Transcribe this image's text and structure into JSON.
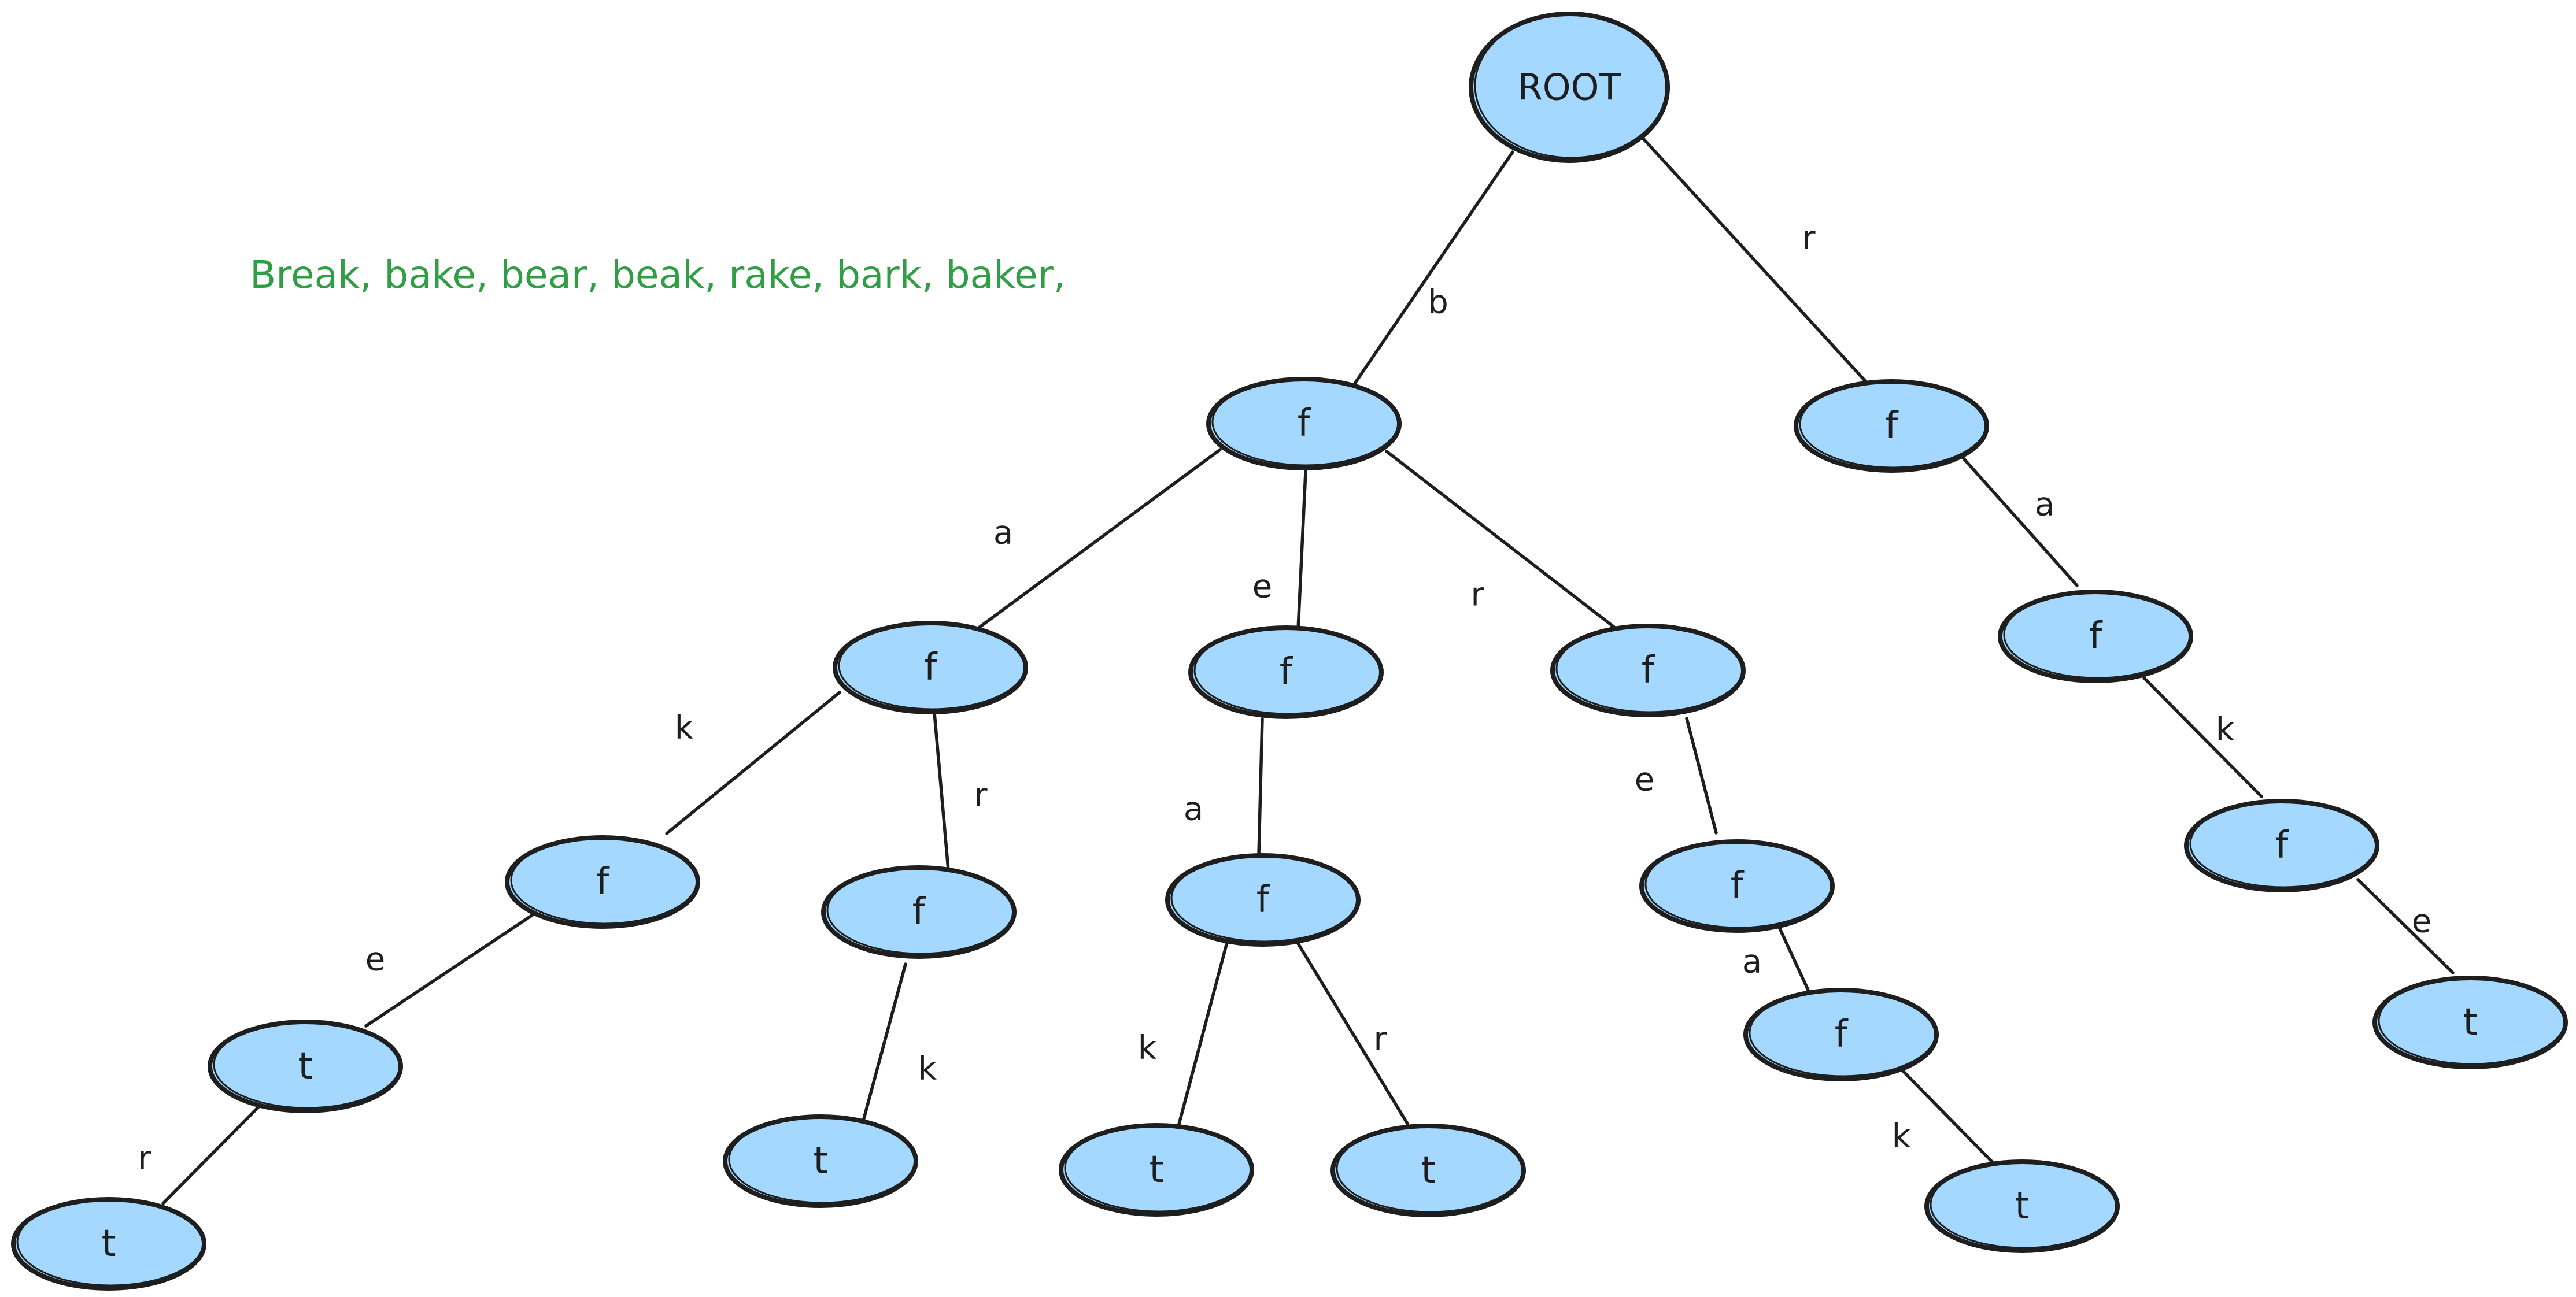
{
  "word_list": "Break, bake, bear, beak, rake, bark, baker,",
  "tree": {
    "nodes": [
      {
        "id": "root",
        "label": "ROOT"
      },
      {
        "id": "b",
        "label": "f"
      },
      {
        "id": "r",
        "label": "f"
      },
      {
        "id": "ba",
        "label": "f"
      },
      {
        "id": "be",
        "label": "f"
      },
      {
        "id": "br",
        "label": "f"
      },
      {
        "id": "ra",
        "label": "f"
      },
      {
        "id": "bak",
        "label": "f"
      },
      {
        "id": "bar",
        "label": "f"
      },
      {
        "id": "bea",
        "label": "f"
      },
      {
        "id": "bre",
        "label": "f"
      },
      {
        "id": "rak",
        "label": "f"
      },
      {
        "id": "bake",
        "label": "t"
      },
      {
        "id": "bark",
        "label": "t"
      },
      {
        "id": "beak",
        "label": "t"
      },
      {
        "id": "bear",
        "label": "t"
      },
      {
        "id": "brea",
        "label": "f"
      },
      {
        "id": "rake",
        "label": "t"
      },
      {
        "id": "baker",
        "label": "t"
      },
      {
        "id": "break",
        "label": "t"
      }
    ],
    "edges": [
      {
        "from": "root",
        "to": "b",
        "label": "b"
      },
      {
        "from": "root",
        "to": "r",
        "label": "r"
      },
      {
        "from": "b",
        "to": "ba",
        "label": "a"
      },
      {
        "from": "b",
        "to": "be",
        "label": "e"
      },
      {
        "from": "b",
        "to": "br",
        "label": "r"
      },
      {
        "from": "r",
        "to": "ra",
        "label": "a"
      },
      {
        "from": "ba",
        "to": "bak",
        "label": "k"
      },
      {
        "from": "ba",
        "to": "bar",
        "label": "r"
      },
      {
        "from": "be",
        "to": "bea",
        "label": "a"
      },
      {
        "from": "br",
        "to": "bre",
        "label": "e"
      },
      {
        "from": "ra",
        "to": "rak",
        "label": "k"
      },
      {
        "from": "bak",
        "to": "bake",
        "label": "e"
      },
      {
        "from": "bar",
        "to": "bark",
        "label": "k"
      },
      {
        "from": "bea",
        "to": "beak",
        "label": "k"
      },
      {
        "from": "bea",
        "to": "bear",
        "label": "r"
      },
      {
        "from": "bre",
        "to": "brea",
        "label": "a"
      },
      {
        "from": "rak",
        "to": "rake",
        "label": "e"
      },
      {
        "from": "bake",
        "to": "baker",
        "label": "r"
      },
      {
        "from": "brea",
        "to": "break",
        "label": "k"
      }
    ]
  },
  "colors": {
    "node_fill": "#a5d8ff",
    "stroke": "#1e1e1e",
    "word_list": "#2f9e44",
    "background": "#ffffff"
  }
}
